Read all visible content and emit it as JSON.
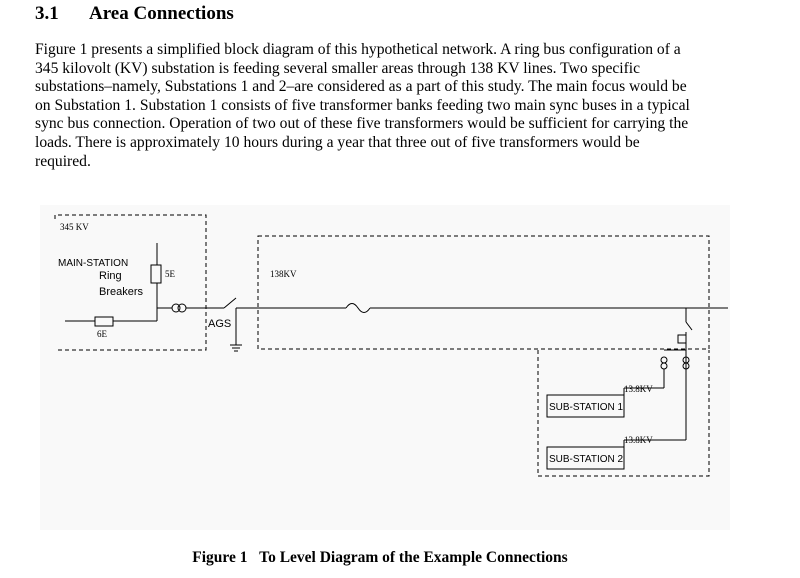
{
  "section": {
    "number": "3.1",
    "title": "Area Connections"
  },
  "paragraph_lines": [
    "Figure 1 presents a simplified block diagram of this hypothetical network.  A ring bus configuration of a",
    "345 kilovolt (KV) substation is feeding several smaller areas through 138 KV lines.  Two specific",
    "substations–namely, Substations 1 and 2–are considered as a part of this study.  The main focus would be",
    "on Substation 1.  Substation 1 consists of five transformer banks feeding two main sync buses in a typical",
    "sync bus connection.  Operation of two out of these five transformers would be sufficient for carrying the",
    "loads.  There is approximately 10 hours during a year that three out of five transformers would be",
    "required."
  ],
  "diagram": {
    "kv345": "345 KV",
    "main_station": "MAIN-STATION",
    "ring": "Ring",
    "breakers": "Breakers",
    "breaker_5e": "5E",
    "breaker_6e": "6E",
    "ags": "AGS",
    "kv138": "138KV",
    "kv13_8_a": "13.8KV",
    "kv13_8_b": "13.8KV",
    "substation1": "SUB-STATION 1",
    "substation2": "SUB-STATION 2"
  },
  "caption": {
    "label": "Figure 1",
    "text": "To Level Diagram of the Example Connections"
  }
}
